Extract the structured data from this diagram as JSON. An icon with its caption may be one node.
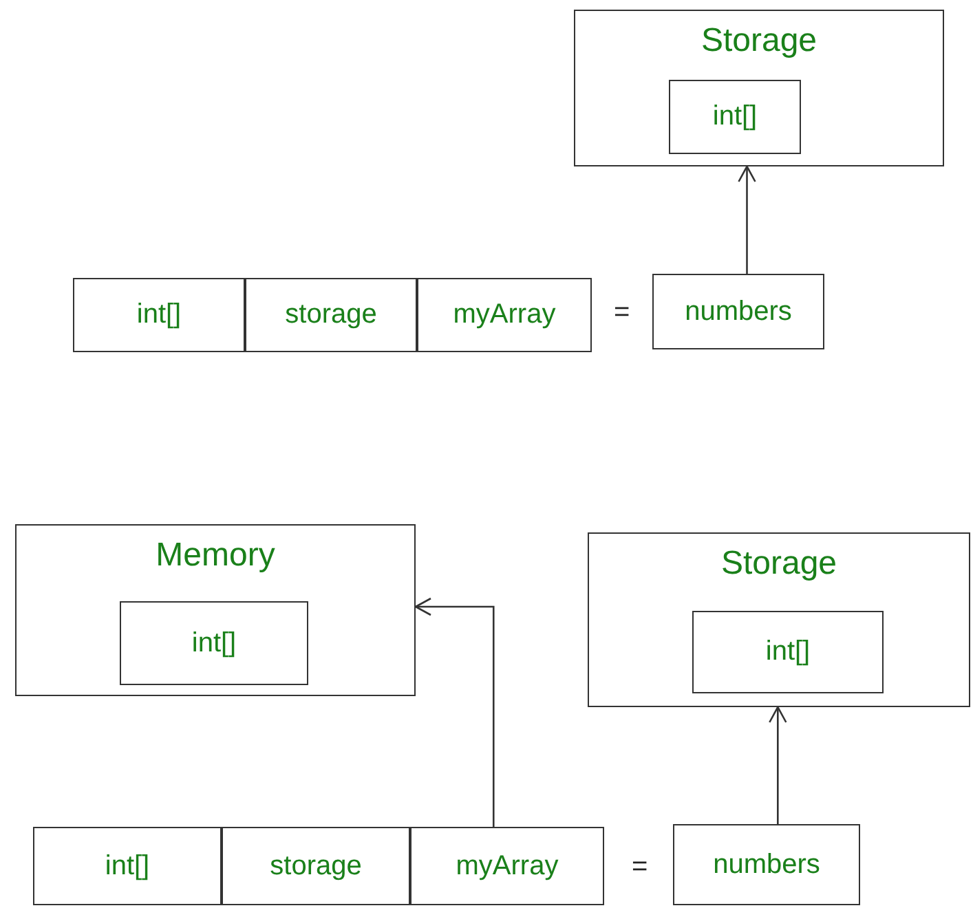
{
  "diagram": {
    "nodes": [
      {
        "text": [
          "Storage"
        ]
      },
      {
        "text": [
          "int[]"
        ],
        "in": 0
      },
      {
        "text": [
          "int[]"
        ]
      },
      {
        "text": [
          "storage"
        ]
      },
      {
        "text": [
          "myArray"
        ]
      },
      {
        "text": [
          "numbers"
        ]
      },
      {
        "text": [
          "Memory"
        ]
      },
      {
        "text": [
          "int[]"
        ],
        "in": 6
      },
      {
        "text": [
          "Storage"
        ]
      },
      {
        "text": [
          "int[]"
        ],
        "in": 8
      },
      {
        "text": [
          "int[]"
        ]
      },
      {
        "text": [
          "storage"
        ]
      },
      {
        "text": [
          "myArray"
        ]
      },
      {
        "text": [
          "numbers"
        ]
      }
    ],
    "edges": [
      {
        "from": 5,
        "to": 0,
        "arrow": "to"
      },
      {
        "from": 12,
        "to": 6,
        "arrow": "to"
      },
      {
        "from": 13,
        "to": 8,
        "arrow": "to"
      }
    ],
    "labels": [
      "=",
      "="
    ]
  }
}
